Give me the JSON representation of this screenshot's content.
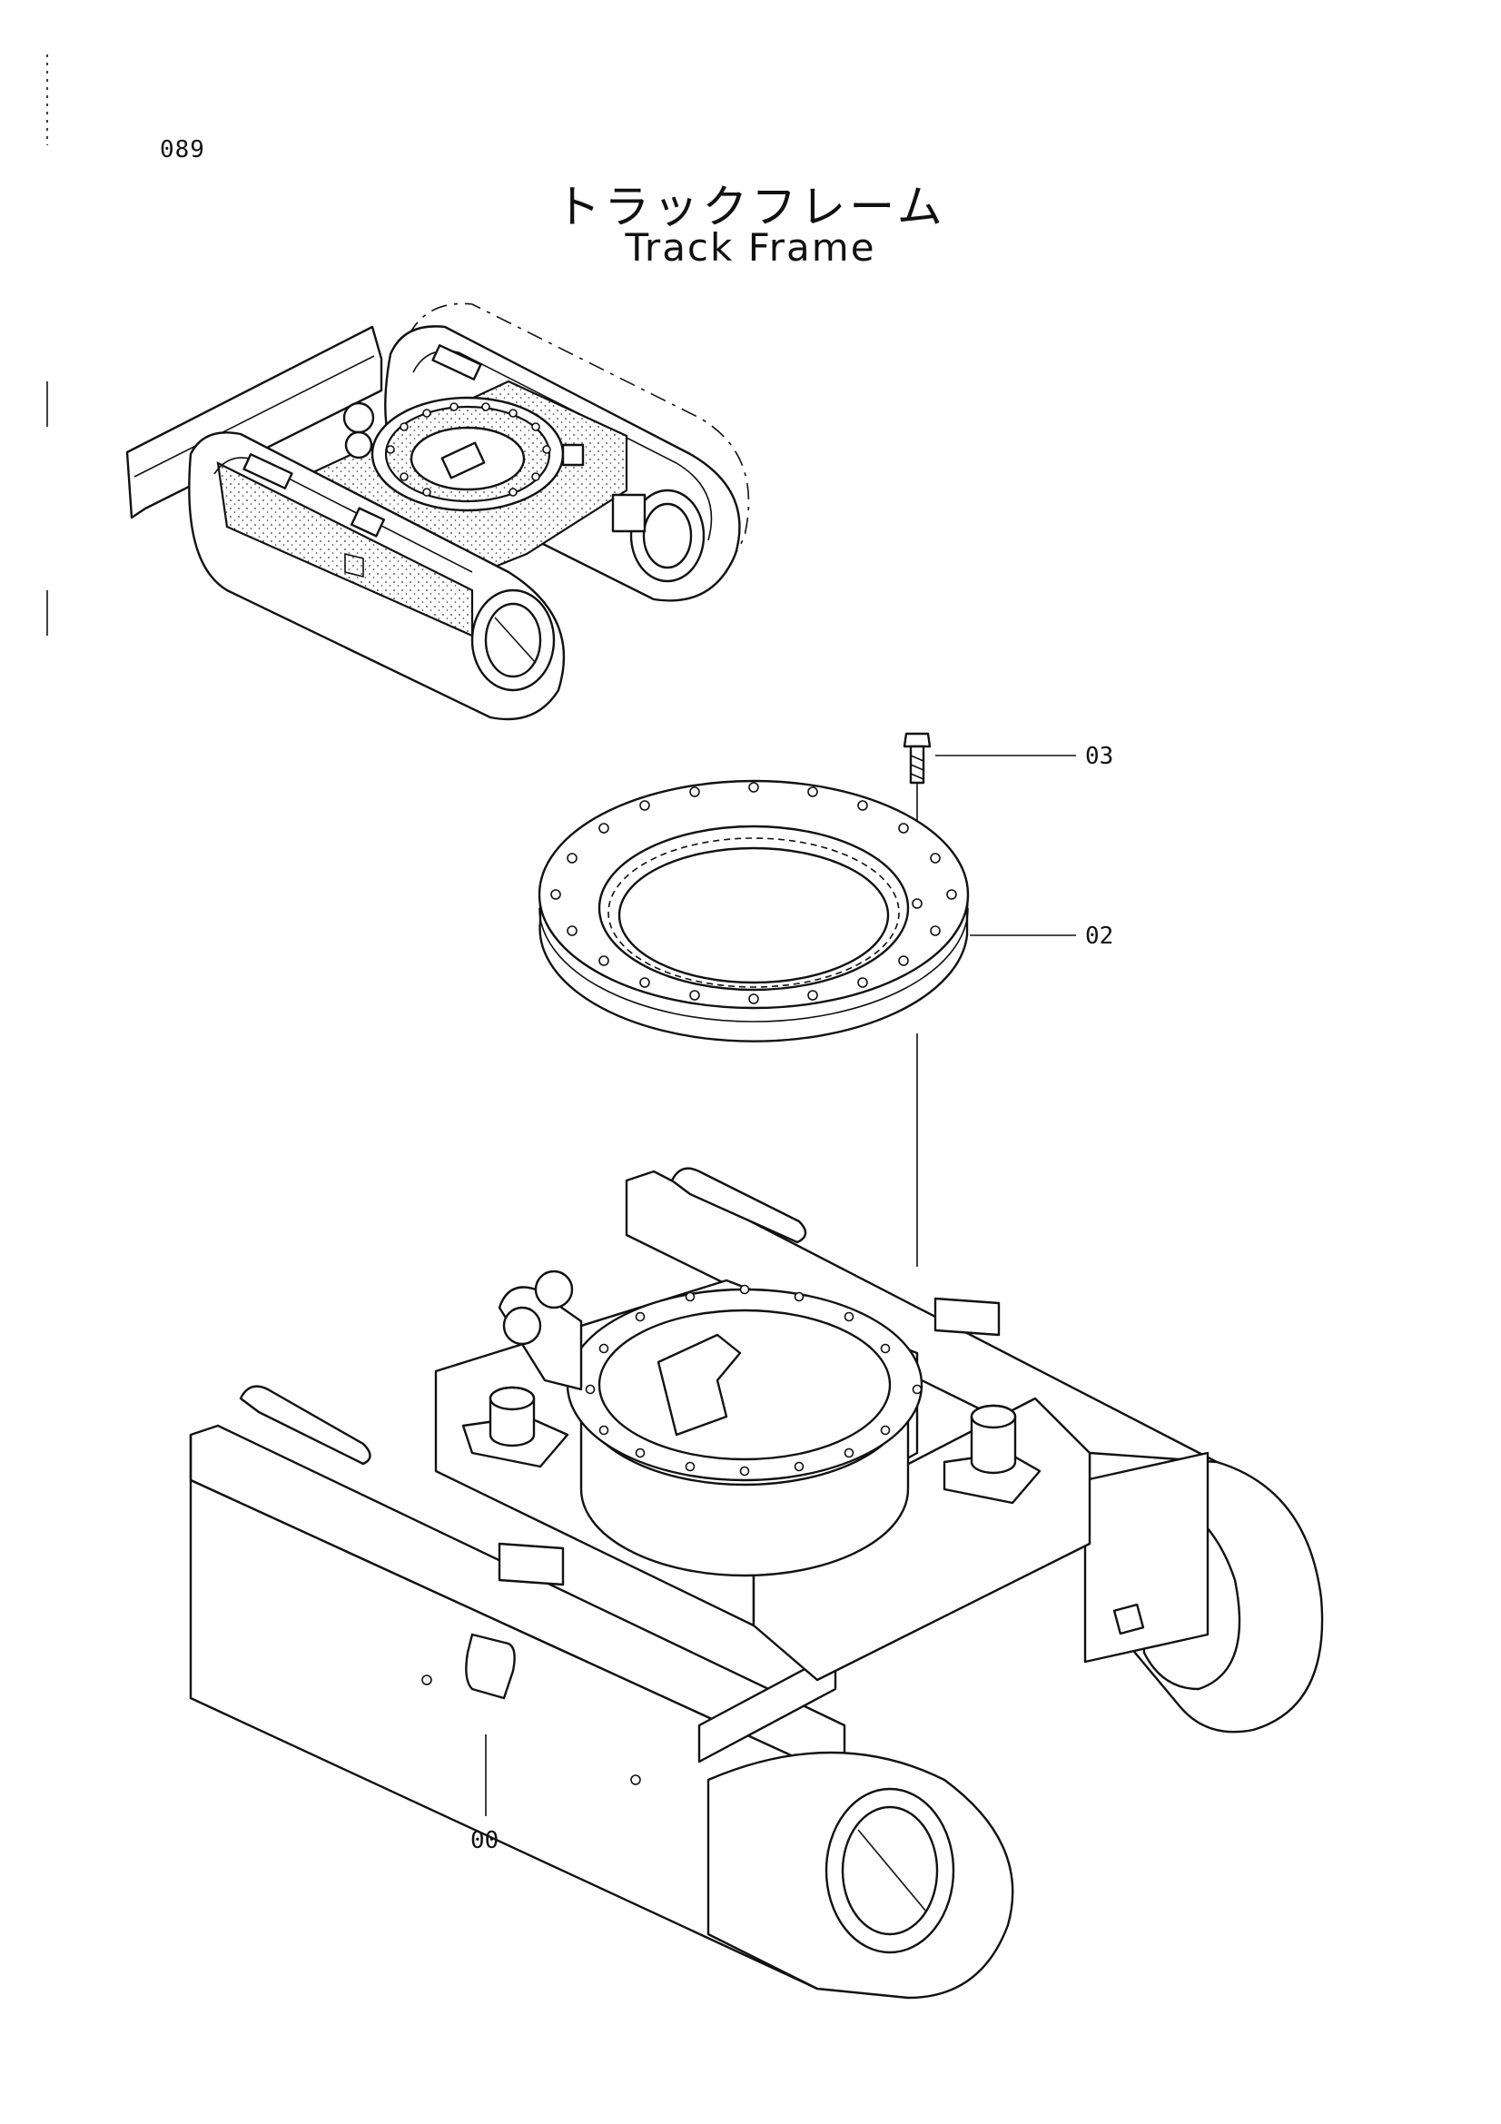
{
  "page": {
    "number": "089",
    "title_jp": "トラックフレーム",
    "title_en": "Track Frame"
  },
  "parts": [
    {
      "id": "03",
      "desc": "bolt"
    },
    {
      "id": "02",
      "desc": "swing bearing ring"
    },
    {
      "id": "00",
      "desc": "track frame"
    }
  ],
  "colors": {
    "ink": "#111111",
    "paper": "#ffffff"
  }
}
